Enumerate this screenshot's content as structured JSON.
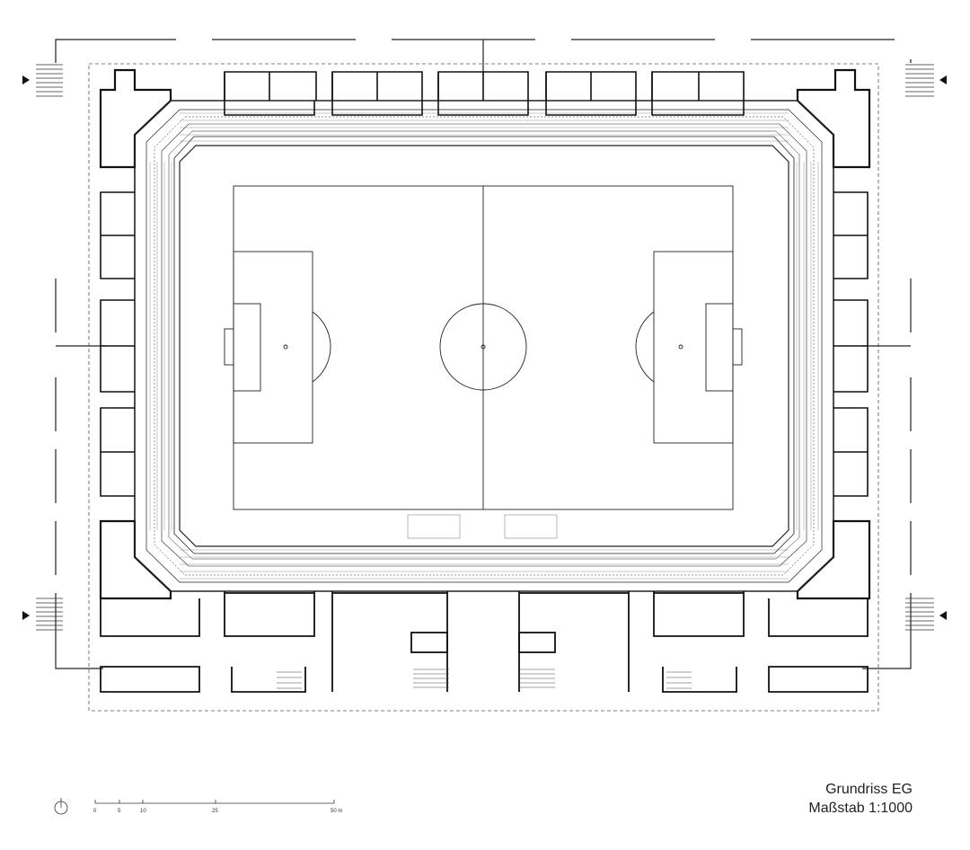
{
  "drawing": {
    "title": "Grundriss EG",
    "scale": "Maßstab 1:1000"
  },
  "scale_bar": {
    "ticks": [
      "0",
      "5",
      "10",
      "25",
      "50 m"
    ]
  },
  "icons": {
    "north_arrow": "north-arrow-icon",
    "section_marker": "section-arrow-icon"
  },
  "colors": {
    "line": "#1a1a1a",
    "background": "#ffffff"
  }
}
